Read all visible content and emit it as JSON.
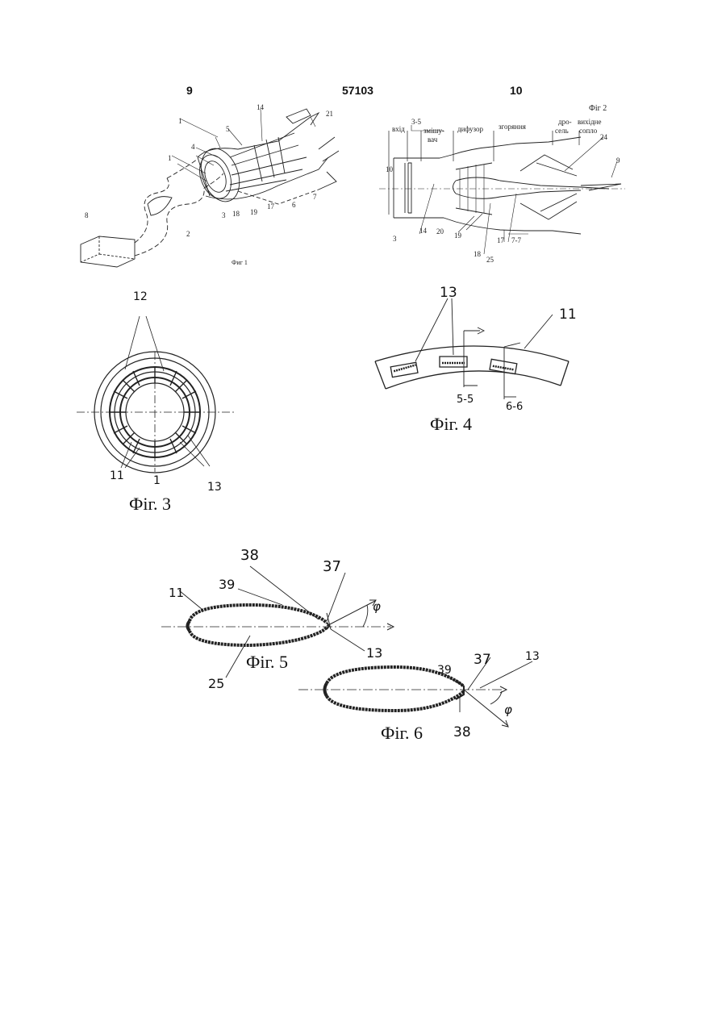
{
  "header": {
    "page_left": "9",
    "patent_number": "57103",
    "page_right": "10"
  },
  "fig1": {
    "caption": "Фиг 1",
    "labels": [
      "1",
      "2",
      "3",
      "4",
      "5",
      "6",
      "7",
      "8",
      "14",
      "17",
      "18",
      "19",
      "21",
      "1"
    ]
  },
  "fig2": {
    "caption": "Фiг 2",
    "sections": [
      "вхід",
      "3-5",
      "змішу-",
      "вач",
      "дифузор",
      "згоряння",
      "дро-",
      "сель",
      "вихідне",
      "сопло"
    ],
    "labels": [
      "10",
      "14",
      "3",
      "20",
      "19",
      "18",
      "25",
      "17",
      "7-7",
      "24",
      "9"
    ]
  },
  "fig3": {
    "caption": "Фіг. 3",
    "labels": [
      "12",
      "11",
      "1",
      "13"
    ]
  },
  "fig4": {
    "caption": "Фіг. 4",
    "labels": [
      "13",
      "11",
      "5-5",
      "6-6"
    ]
  },
  "fig5": {
    "caption": "Фіг. 5",
    "labels": [
      "38",
      "37",
      "39",
      "11",
      "φ",
      "13",
      "25"
    ]
  },
  "fig6": {
    "caption": "Фіг. 6",
    "labels": [
      "39",
      "37",
      "13",
      "φ",
      "38"
    ]
  }
}
